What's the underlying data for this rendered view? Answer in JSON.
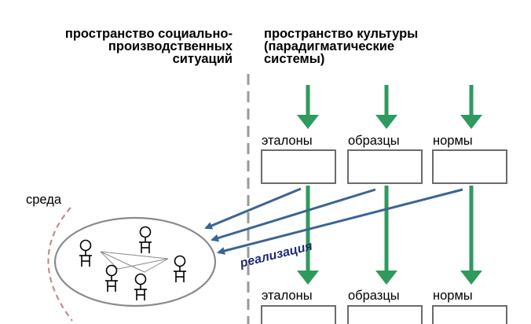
{
  "left_title": [
    "пространство социально-",
    "производственных",
    "ситуаций"
  ],
  "right_title": [
    "пространство культуры",
    "(парадигматические",
    "системы)"
  ],
  "environment_label": "среда",
  "realization_label": "реализация",
  "columns_top": [
    "эталоны",
    "образцы",
    "нормы"
  ],
  "columns_bottom": [
    "эталоны",
    "образцы",
    "нормы"
  ],
  "colors": {
    "down_arrow": "#2e9a5e",
    "realization_arrow": "#3a6592",
    "divider": "#9a9a9a",
    "environment_arc": "#c98a8a",
    "box_stroke": "#6b6b6b",
    "ellipse_stroke": "#8a8a8a",
    "realization_text": "#1f2a6e"
  }
}
